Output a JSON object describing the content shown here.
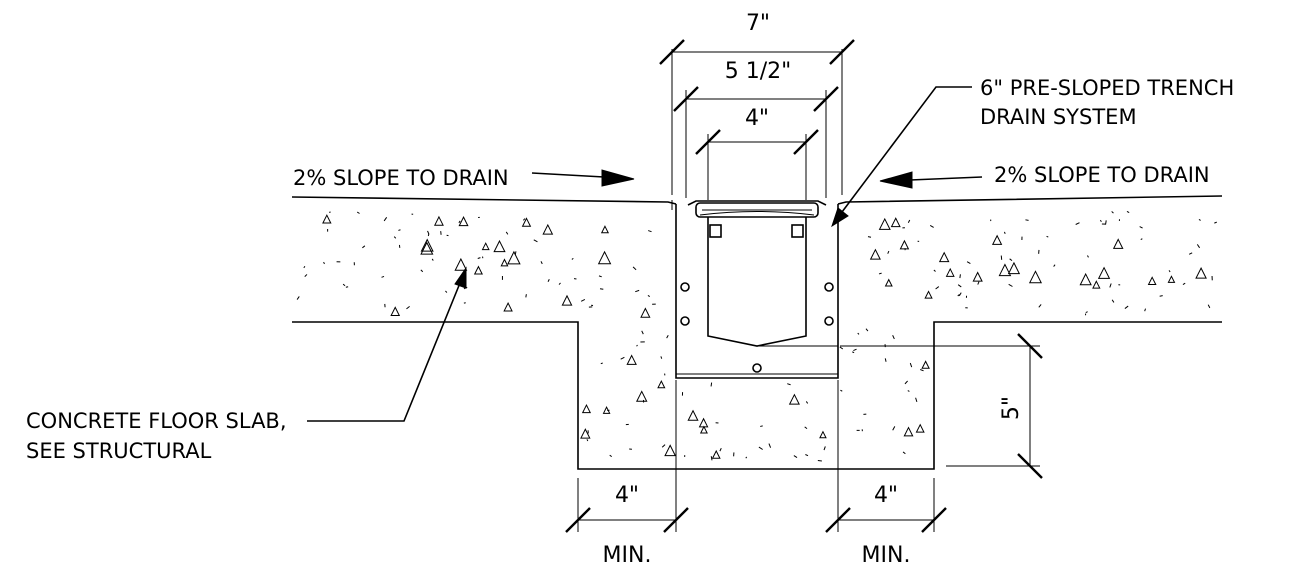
{
  "dimensions": {
    "top_overall": "7\"",
    "top_mid": "5 1/2\"",
    "top_inner": "4\"",
    "left_bottom": "4\"",
    "left_bottom_note": "MIN.",
    "right_bottom": "4\"",
    "right_bottom_note": "MIN.",
    "side_depth": "5\""
  },
  "callouts": {
    "drain_line1": "6\" PRE-SLOPED TRENCH",
    "drain_line2": "DRAIN SYSTEM",
    "slope_left": "2% SLOPE TO DRAIN",
    "slope_right": "2% SLOPE TO DRAIN",
    "slab_line1": "CONCRETE FLOOR SLAB,",
    "slab_line2": "SEE STRUCTURAL"
  },
  "colors": {
    "ink": "#000000",
    "paper": "#ffffff"
  }
}
